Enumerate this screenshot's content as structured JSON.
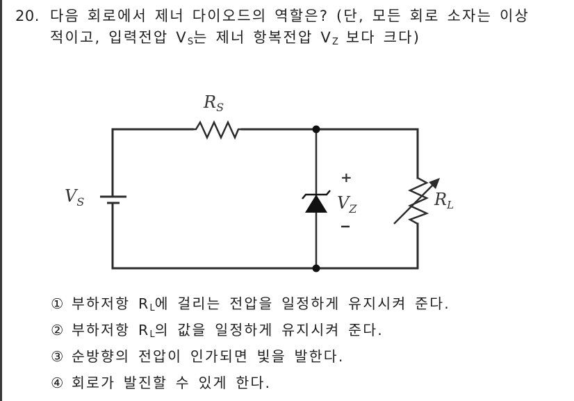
{
  "question": {
    "number": "20.",
    "text_part1": "다음 회로에서 제너 다이오드의 역할은? (단, 모든 회로 소자는 이상적이고, 입력전압 V",
    "sub_s": "S",
    "text_part2": "는 제너 항복전압 V",
    "sub_z": "Z",
    "text_part3": " 보다 크다)"
  },
  "circuit": {
    "source_label": "V",
    "source_sub": "S",
    "series_resistor_label": "R",
    "series_resistor_sub": "S",
    "zener_label": "V",
    "zener_sub": "Z",
    "zener_plus": "+",
    "zener_minus": "−",
    "load_label": "R",
    "load_sub": "L",
    "wire_color": "#2b2b2b"
  },
  "choices": [
    {
      "mark": "①",
      "pre": "부하저항 R",
      "sub": "L",
      "post": "에 걸리는 전압을 일정하게 유지시켜 준다."
    },
    {
      "mark": "②",
      "pre": "부하저항 R",
      "sub": "L",
      "post": "의 값을 일정하게 유지시켜 준다."
    },
    {
      "mark": "③",
      "pre": "순방향의 전압이 인가되면 빛을 발한다.",
      "sub": "",
      "post": ""
    },
    {
      "mark": "④",
      "pre": "회로가 발진할 수 있게 한다.",
      "sub": "",
      "post": ""
    }
  ]
}
